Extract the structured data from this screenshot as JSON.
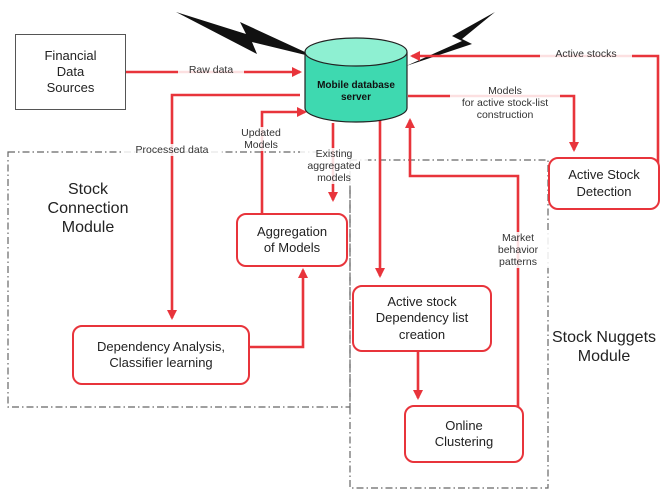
{
  "colors": {
    "arrow": "#e8343b",
    "db_fill": "#3ed9b0",
    "db_top": "#8ef0d2",
    "module_border": "#666666",
    "lightning": "#111111"
  },
  "nodes": {
    "financial_sources": "Financial\nData\nSources",
    "database": "Mobile database\nserver",
    "active_stock_detection": "Active Stock\nDetection",
    "aggregation": "Aggregation\nof Models",
    "dependency_analysis": "Dependency Analysis,\nClassifier learning",
    "active_stock_list": "Active stock\nDependency list\ncreation",
    "online_clustering": "Online\nClustering"
  },
  "modules": {
    "stock_connection": "Stock\nConnection\nModule",
    "stock_nuggets": "Stock Nuggets\nModule"
  },
  "edge_labels": {
    "raw_data": "Raw data",
    "active_stocks": "Active  stocks",
    "models_for_active": "Models\nfor active stock-list\nconstruction",
    "processed_data": "Processed data",
    "updated_models": "Updated\nModels",
    "existing_models": "Existing\naggregated\nmodels",
    "market_behavior": "Market\nbehavior\npatterns"
  }
}
